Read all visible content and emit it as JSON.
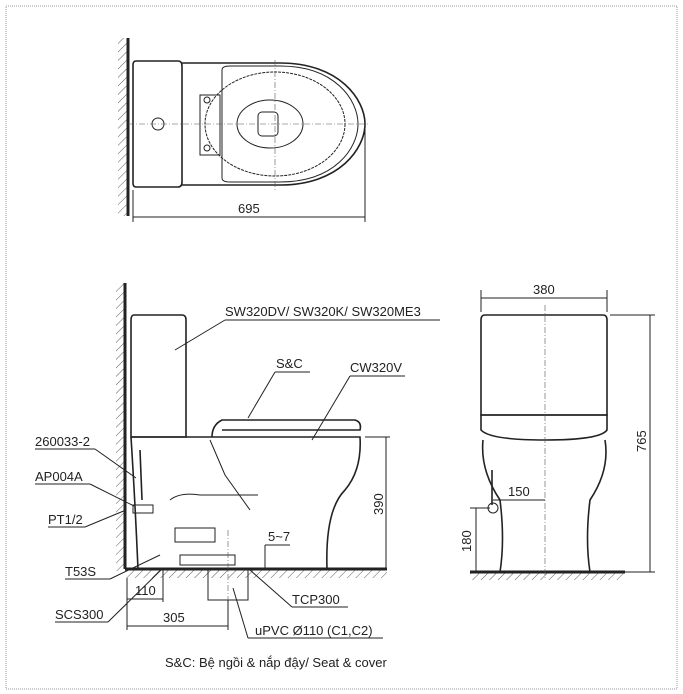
{
  "top_view": {
    "width_dim": "695"
  },
  "side_view": {
    "model_label": "SW320DV/ SW320K/ SW320ME3",
    "seat_label": "S&C",
    "bowl_label": "CW320V",
    "parts": [
      "260033-2",
      "AP004A",
      "PT1/2",
      "T53S",
      "SCS300",
      "TCP300",
      "uPVC Ø110 (C1,C2)"
    ],
    "dims": {
      "height": "390",
      "offset_small": "110",
      "rough_in": "305",
      "gap": "5~7"
    }
  },
  "front_view": {
    "dims": {
      "width": "380",
      "height": "765",
      "supply_offset": "150",
      "supply_height": "180"
    }
  },
  "caption": "S&C: Bệ ngồi & nắp đậy/ Seat & cover"
}
